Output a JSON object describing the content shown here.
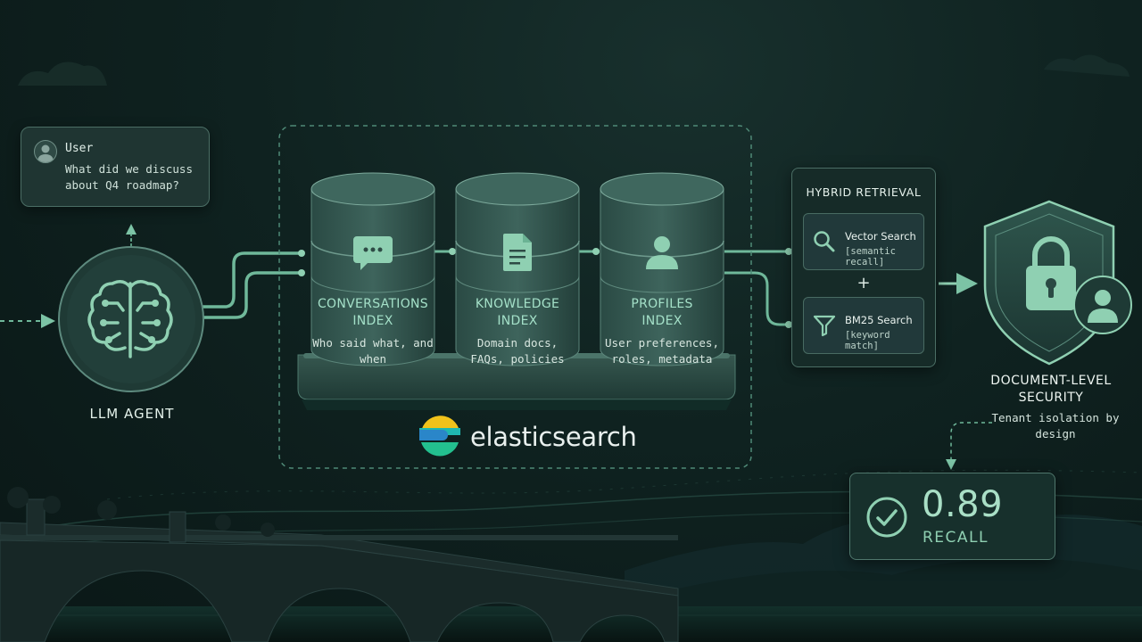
{
  "user": {
    "name": "User",
    "message": "What did we discuss about Q4 roadmap?"
  },
  "agent": {
    "label": "LLM AGENT"
  },
  "indices": [
    {
      "title": "CONVERSATIONS INDEX",
      "desc": "Who said what, and when",
      "icon": "chat-icon"
    },
    {
      "title": "KNOWLEDGE INDEX",
      "desc": "Domain docs, FAQs, policies",
      "icon": "document-icon"
    },
    {
      "title": "PROFILES INDEX",
      "desc": "User preferences, roles, metadata",
      "icon": "person-icon"
    }
  ],
  "engine": {
    "name": "elasticsearch"
  },
  "hybrid": {
    "title": "HYBRID RETRIEVAL",
    "vector": {
      "title": "Vector Search",
      "sub": "[semantic recall]"
    },
    "plus": "+",
    "bm25": {
      "title": "BM25 Search",
      "sub": "[keyword match]"
    }
  },
  "security": {
    "title": "DOCUMENT-LEVEL SECURITY",
    "desc": "Tenant isolation by design"
  },
  "recall": {
    "value": "0.89",
    "label": "RECALL"
  },
  "colors": {
    "accent": "#a4e0c8",
    "line": "#6fb89a",
    "panel": "#1f3532",
    "background": "#0f2220"
  }
}
